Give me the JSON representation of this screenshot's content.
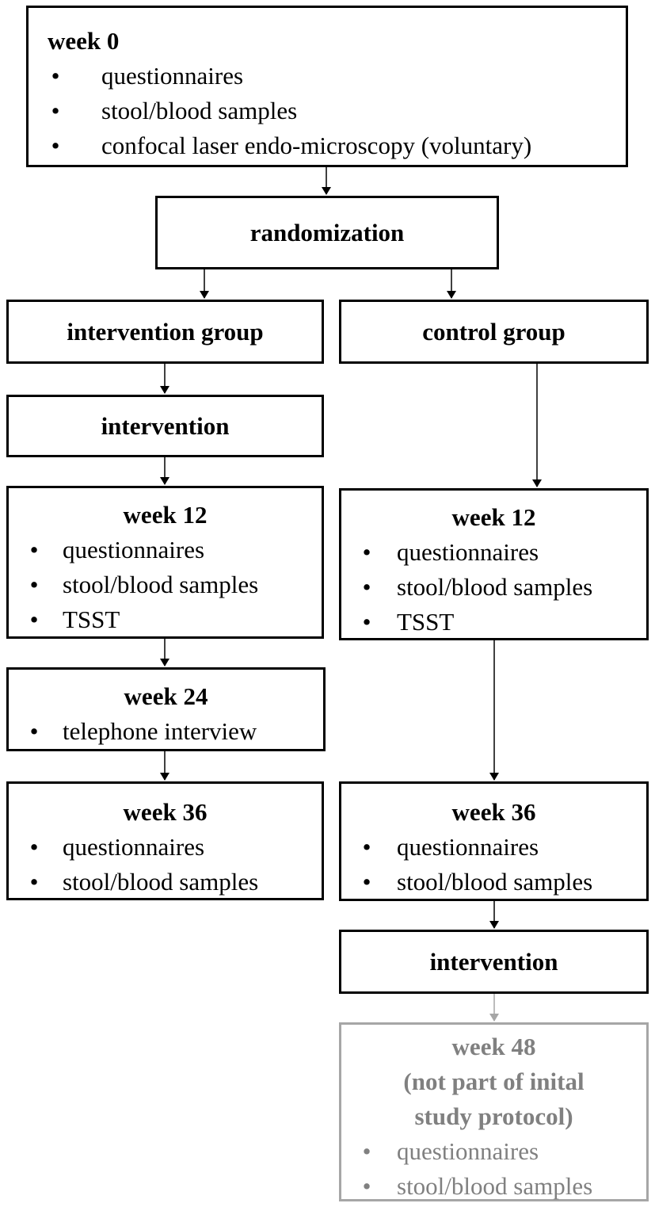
{
  "week0": {
    "title": "week 0",
    "items": [
      "questionnaires",
      "stool/blood samples",
      "confocal laser endo-microscopy (voluntary)"
    ]
  },
  "randomization": "randomization",
  "intervention_arm": {
    "group_label": "intervention group",
    "intervention_label": "intervention",
    "week12": {
      "title": "week 12",
      "items": [
        "questionnaires",
        "stool/blood samples",
        "TSST"
      ]
    },
    "week24": {
      "title": "week 24",
      "items": [
        "telephone interview"
      ]
    },
    "week36": {
      "title": "week 36",
      "items": [
        "questionnaires",
        "stool/blood samples"
      ]
    }
  },
  "control_arm": {
    "group_label": "control group",
    "week12": {
      "title": "week 12",
      "items": [
        "questionnaires",
        "stool/blood samples",
        "TSST"
      ]
    },
    "week36": {
      "title": "week 36",
      "items": [
        "questionnaires",
        "stool/blood samples"
      ]
    },
    "intervention_label": "intervention",
    "week48": {
      "title_lines": [
        "week 48",
        "(not part of inital",
        "study protocol)"
      ],
      "items": [
        "questionnaires",
        "stool/blood samples"
      ]
    }
  },
  "bullet_char": "•",
  "colors": {
    "line": "#000000",
    "muted_border": "#a6a6a6",
    "muted_text": "#808080"
  }
}
